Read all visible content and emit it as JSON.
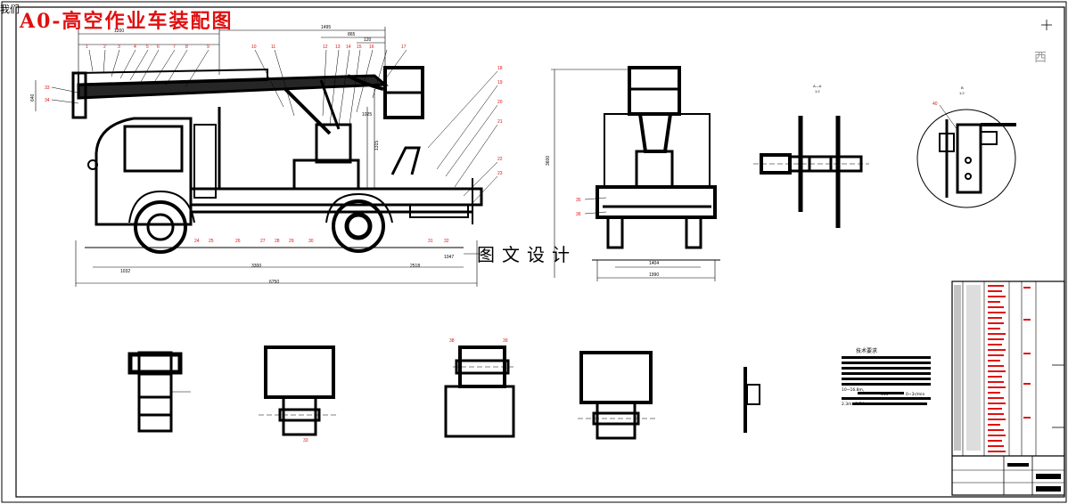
{
  "corner_tab": "我们",
  "title": "A0-高空作业车装配图",
  "watermark": "图文设计",
  "side_mark": "西",
  "tech_requirements": {
    "title": "技术要求",
    "lines": [
      "10~16.8m,",
      "540",
      "0~3r/min",
      "2.3m~3.74m"
    ]
  },
  "dimensions": {
    "top_1200": "1200",
    "top_1495": "1495",
    "top_865": "865",
    "top_120": "120",
    "left_640": "640",
    "right_1315": "1315",
    "right_1025": "1025",
    "bottom_1032": "1032",
    "bottom_3300": "3300",
    "bottom_2518": "2518",
    "bottom_1047": "1047",
    "overall_6750": "6750",
    "front_1404": "1404",
    "front_1990": "1990",
    "front_height": "3600"
  },
  "part_labels": {
    "top_row": [
      "1",
      "2",
      "3",
      "4",
      "5",
      "6",
      "7",
      "8",
      "9",
      "10",
      "11",
      "12",
      "13",
      "14",
      "15",
      "16",
      "17"
    ],
    "right_col": [
      "18",
      "19",
      "20",
      "21",
      "22",
      "23"
    ],
    "bottom_row": [
      "24",
      "25",
      "26",
      "27",
      "28",
      "29",
      "30",
      "31",
      "32"
    ],
    "left_col": [
      "33",
      "34"
    ],
    "front_left": [
      "35",
      "36"
    ],
    "detail_40": "40",
    "detail_33": "33",
    "detail_38": "38",
    "detail_39": "39"
  }
}
